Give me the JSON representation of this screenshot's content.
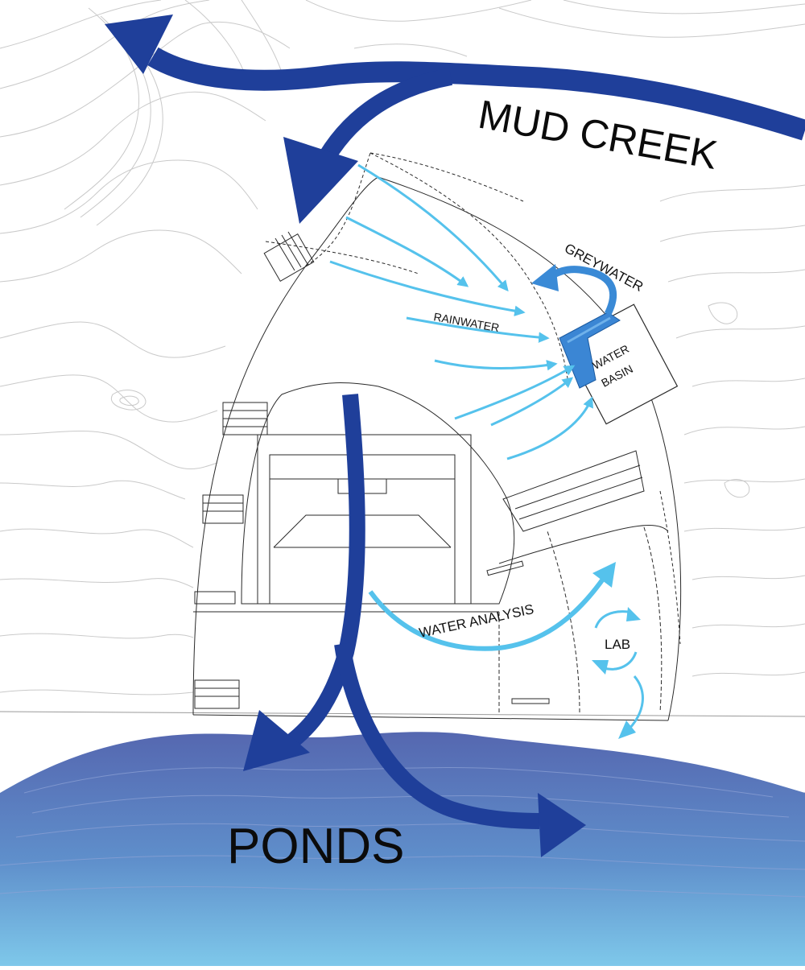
{
  "labels": {
    "mud_creek": "MUD CREEK",
    "greywater": "GREYWATER",
    "rainwater": "RAINWATER",
    "water": "WATER",
    "basin": "BASIN",
    "water_analysis": "WATER ANALYSIS",
    "lab": "LAB",
    "ponds": "PONDS"
  },
  "colors": {
    "creek_arrow": "#1f3f9a",
    "rain_arrow": "#55c2ec",
    "greywater_arrow": "#3a8ad6",
    "basin_fill": "#3b86d4",
    "pond_top": "#5567b0",
    "pond_bottom": "#7ec8ea",
    "contour": "#c9c9c9",
    "plan_line": "#2a2a2a"
  }
}
